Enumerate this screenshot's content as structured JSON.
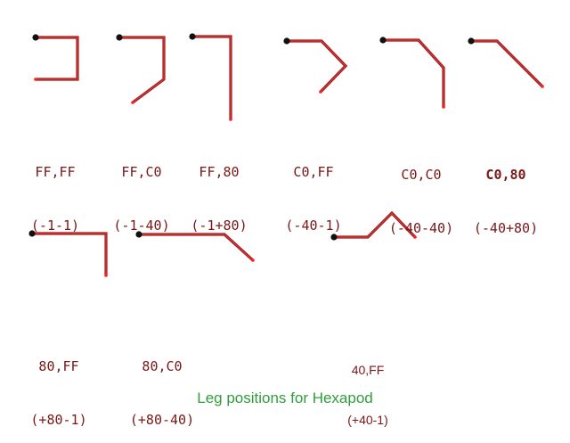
{
  "caption": "Leg positions for Hexapod",
  "colors": {
    "leg": "#a01818",
    "label": "#7a1717",
    "caption": "#2f9d3b",
    "origin_dot": "#111111",
    "tip": "#ff2020"
  },
  "positions": [
    {
      "code": "FF,FF",
      "offset": "(-1-1)"
    },
    {
      "code": "FF,C0",
      "offset": "(-1-40)"
    },
    {
      "code": "FF,80",
      "offset": "(-1+80)"
    },
    {
      "code": "C0,FF",
      "offset": "(-40-1)"
    },
    {
      "code": "C0,C0",
      "offset": "(-40-40)"
    },
    {
      "code": "C0,80",
      "offset": "(-40+80)"
    },
    {
      "code": "80,FF",
      "offset": "(+80-1)"
    },
    {
      "code": "80,C0",
      "offset": "(+80-40)"
    },
    {
      "code": "40,FF",
      "offset": "(+40-1)"
    }
  ]
}
